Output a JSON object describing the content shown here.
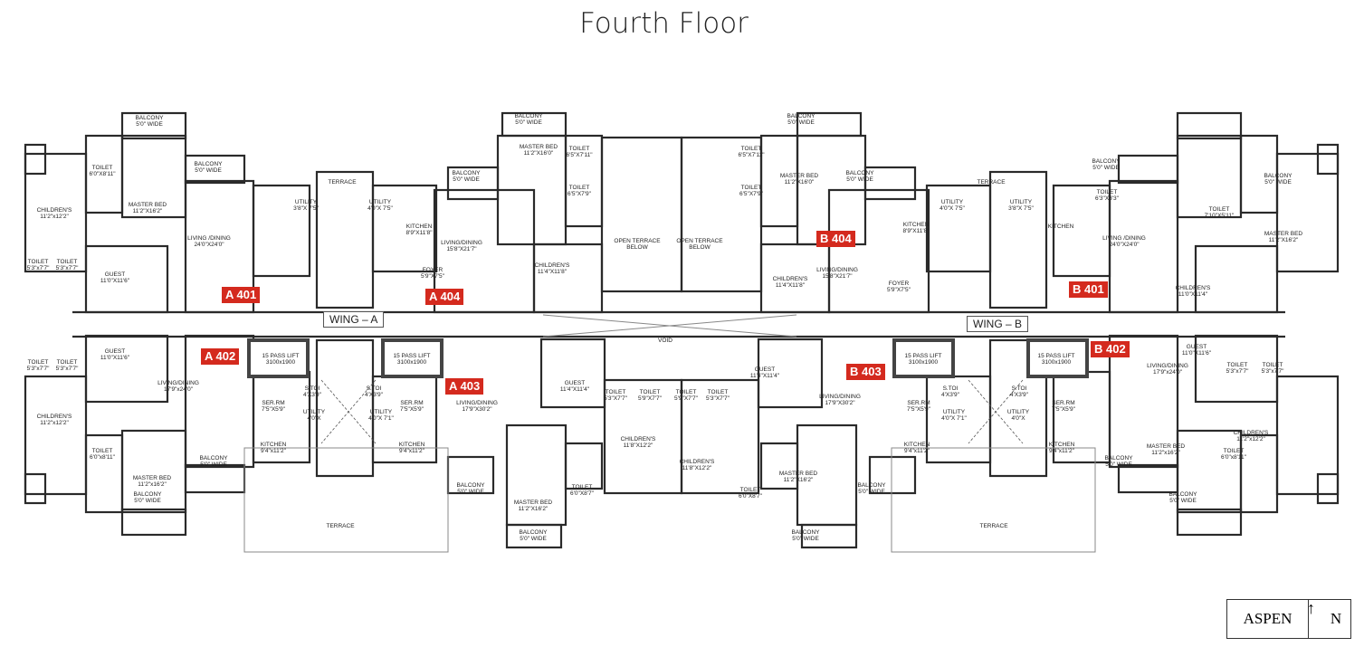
{
  "title": "Fourth Floor",
  "wings": [
    "WING – A",
    "WING – B"
  ],
  "units": [
    "A 401",
    "A 402",
    "A 403",
    "A 404",
    "B 401",
    "B 402",
    "B 403",
    "B 404"
  ],
  "legend": {
    "project": "ASPEN",
    "north": "N"
  },
  "colors": {
    "badge": "#d42a1e",
    "walls": "#2a2a2a"
  },
  "void_label": "VOID",
  "rooms": [
    [
      "BALCONY",
      "5'0\" WIDE"
    ],
    [
      "TOILET",
      "6'0\"X8'11\""
    ],
    [
      "CHILDREN'S",
      "11'2\"x12'2\""
    ],
    [
      "MASTER BED",
      "11'2\"X16'2\""
    ],
    [
      "BALCONY",
      "5'0\" WIDE"
    ],
    [
      "LIVING /DINING",
      "24'0\"X24'0\""
    ],
    [
      "TOILET",
      "5'3\"x7'7\""
    ],
    [
      "TOILET",
      "5'3\"x7'7\""
    ],
    [
      "GUEST",
      "11'0\"X11'6\""
    ],
    [
      "TERRACE",
      ""
    ],
    [
      "UTILITY",
      "3'8\"X 7'5\""
    ],
    [
      "UTILITY",
      "4'0\"X 7'5\""
    ],
    [
      "KITCHEN",
      "8'9\"X11'8\""
    ],
    [
      "BALCONY",
      "5'0\" WIDE"
    ],
    [
      "LIVING/DINING",
      "15'8\"X21'7\""
    ],
    [
      "FOYER",
      "5'9\"X7'5\""
    ],
    [
      "BALCONY",
      "5'0\" WIDE"
    ],
    [
      "MASTER BED",
      "11'2\"X16'0\""
    ],
    [
      "TOILET",
      "6'5\"X7'11\""
    ],
    [
      "TOILET",
      "6'5\"X7'9\""
    ],
    [
      "CHILDREN'S",
      "11'4\"X11'8\""
    ],
    [
      "OPEN TERRACE",
      "BELOW"
    ],
    [
      "OPEN TERRACE",
      "BELOW"
    ],
    [
      "BALCONY",
      "5'0\" WIDE"
    ],
    [
      "TOILET",
      "6'5\"X7'11\""
    ],
    [
      "TOILET",
      "6'5\"X7'9\""
    ],
    [
      "MASTER BED",
      "11'2\"X16'0\""
    ],
    [
      "CHILDREN'S",
      "11'4\"X11'8\""
    ],
    [
      "LIVING/DINING",
      "15'8\"X21'7\""
    ],
    [
      "BALCONY",
      "5'0\" WIDE"
    ],
    [
      "KITCHEN",
      "8'9\"X11'8\""
    ],
    [
      "UTILITY",
      "4'0\"X 7'5\""
    ],
    [
      "FOYER",
      "5'9\"X7'5\""
    ],
    [
      "TERRACE",
      ""
    ],
    [
      "UTILITY",
      "3'8\"X 7'5\""
    ],
    [
      "KITCHEN",
      ""
    ],
    [
      "BALCONY",
      "5'0\" WIDE"
    ],
    [
      "LIVING /DINING",
      "24'0\"X24'0\""
    ],
    [
      "TOILET",
      "6'3\"X8'3\""
    ],
    [
      "TOILET",
      "7'10\"X5'11\""
    ],
    [
      "BALCONY",
      "5'0\" WIDE"
    ],
    [
      "MASTER BED",
      "11'2\"X16'2\""
    ],
    [
      "CHILDREN'S",
      "11'0\"X11'4\""
    ],
    [
      "GUEST",
      "11'0\"X11'6\""
    ],
    [
      "LIVING/DINING",
      "17'9\"x24'0\""
    ],
    [
      "TOILET",
      "5'3\"x7'7\""
    ],
    [
      "TOILET",
      "5'3\"x7'7\""
    ],
    [
      "CHILDREN'S",
      "11'2\"x12'2\""
    ],
    [
      "MASTER BED",
      "11'2\"x16'2\""
    ],
    [
      "TOILET",
      "6'0\"x8'11\""
    ],
    [
      "BALCONY",
      "5'0\" WIDE"
    ],
    [
      "BALCONY",
      "5'0\" WIDE"
    ],
    [
      "KITCHEN",
      "9'4\"x11'2\""
    ],
    [
      "SER.RM",
      "7'5\"X5'9\""
    ],
    [
      "UTILITY",
      "4'0\"X"
    ],
    [
      "S.TOI",
      "4'X3'9\""
    ],
    [
      "15 PASS LIFT",
      "3100x1900"
    ],
    [
      "15 PASS LIFT",
      "3100x1900"
    ],
    [
      "SER.RM",
      "7'5\"X5'9\""
    ],
    [
      "S.TOI",
      "4'X3'9\""
    ],
    [
      "UTILITY",
      "4'0\"X 7'1\""
    ],
    [
      "KITCHEN",
      "9'4\"x11'2\""
    ],
    [
      "TERRACE",
      ""
    ],
    [
      "BALCONY",
      "5'0\" WIDE"
    ],
    [
      "LIVING/DINING",
      "17'9\"X30'2\""
    ],
    [
      "GUEST",
      "11'4\"X11'4\""
    ],
    [
      "MASTER BED",
      "11'2\"X16'2\""
    ],
    [
      "TOILET",
      "6'0\"X8'7\""
    ],
    [
      "BALCONY",
      "5'0\" WIDE"
    ],
    [
      "CHILDREN'S",
      "11'8\"X12'2\""
    ],
    [
      "TOILET",
      "5'3\"X7'7\""
    ],
    [
      "TOILET",
      "5'9\"X7'7\""
    ],
    [
      "TOILET",
      "5'9\"X7'7\""
    ],
    [
      "TOILET",
      "5'3\"X7'7\""
    ],
    [
      "CHILDREN'S",
      "11'8\"X12'2\""
    ],
    [
      "GUEST",
      "11'4\"X11'4\""
    ],
    [
      "LIVING/DINING",
      "17'9\"X30'2\""
    ],
    [
      "MASTER BED",
      "11'2\"X16'2\""
    ],
    [
      "TOILET",
      "6'0\"X8'7\""
    ],
    [
      "BALCONY",
      "5'0\" WIDE"
    ],
    [
      "BALCONY",
      "5'0\" WIDE"
    ],
    [
      "GUEST",
      "11'0\"X11'6\""
    ],
    [
      "TOILET",
      "5'3\"x7'7\""
    ],
    [
      "TOILET",
      "5'3\"x7'7\""
    ],
    [
      "LIVING/DINING",
      "17'9\"x24'0\""
    ],
    [
      "CHILDREN'S",
      "11'2\"x12'2\""
    ],
    [
      "TOILET",
      "6'0\"x8'11\""
    ],
    [
      "MASTER BED",
      "11'2\"x16'2\""
    ],
    [
      "BALCONY",
      "5'0\" WIDE"
    ],
    [
      "BALCONY",
      "5'0\" WIDE"
    ],
    [
      "15 PASS LIFT",
      "3100x1900"
    ],
    [
      "15 PASS LIFT",
      "3100x1900"
    ],
    [
      "SER.RM",
      "7'5\"X5'9\""
    ],
    [
      "S.TOI",
      "4'X3'9\""
    ],
    [
      "UTILITY",
      "4'0\"X"
    ],
    [
      "KITCHEN",
      "9'4\"x11'2\""
    ],
    [
      "S.TOI",
      "4'X3'9\""
    ],
    [
      "UTILITY",
      "4'0\"X 7'1\""
    ],
    [
      "SER.RM",
      "7'5\"X5'9\""
    ],
    [
      "KITCHEN",
      "9'4\"x11'2\""
    ],
    [
      "TERRACE",
      ""
    ]
  ]
}
